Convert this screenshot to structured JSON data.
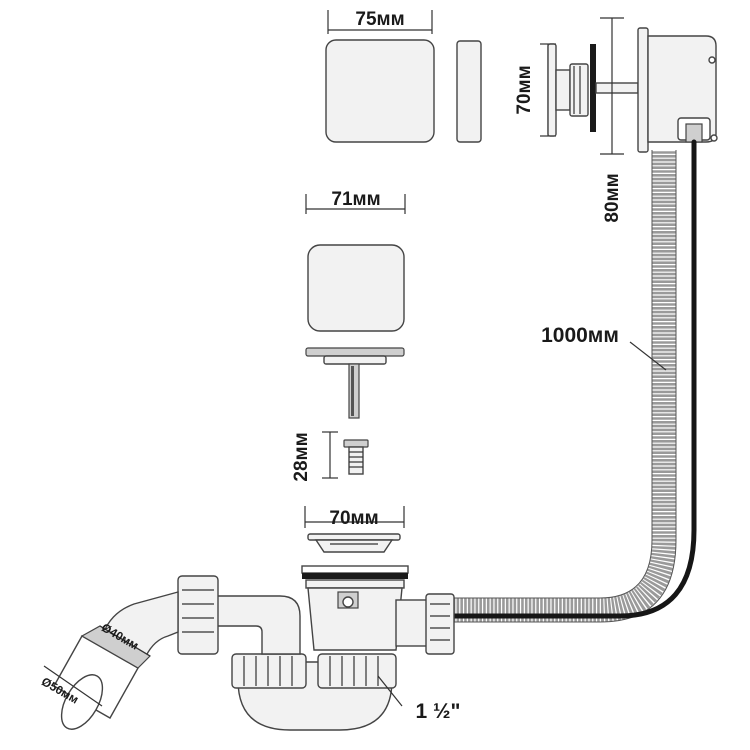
{
  "labels": {
    "top_overflow_cover_width": "75мм",
    "overflow_body_height": "70мм",
    "overflow_pipe_drop": "80мм",
    "plug_cover_width": "71мм",
    "screw_length": "28мм",
    "drain_flange_width": "70мм",
    "hose_length": "1000мм",
    "outlet_inner_diameter": "Ø40мм",
    "outlet_outer_diameter": "Ø50мм",
    "thread_size": "1 ½\""
  },
  "colors": {
    "line": "#444444",
    "part_fill": "#f2f2f2",
    "hose": "#9a9a9a",
    "cable": "#161616"
  }
}
